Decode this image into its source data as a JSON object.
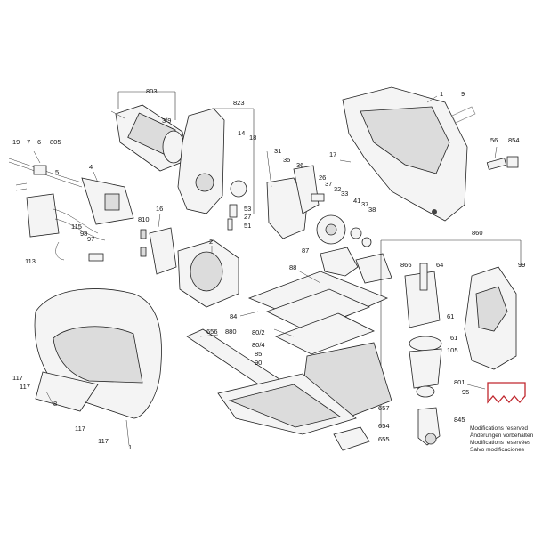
{
  "labels": {
    "l803": "803",
    "l3_9": "3/9",
    "l823": "823",
    "l14": "14",
    "l18": "18",
    "l53": "53",
    "l27": "27",
    "l51": "51",
    "l19": "19",
    "l7": "7",
    "l6": "6",
    "l805": "805",
    "l5": "5",
    "l4": "4",
    "l115": "115",
    "l98": "98",
    "l97": "97",
    "l113": "113",
    "l810": "810",
    "l16": "16",
    "l2": "2",
    "l31": "31",
    "l35": "35",
    "l36": "36",
    "l26": "26",
    "l37a": "37",
    "l32": "32",
    "l33": "33",
    "l41": "41",
    "l37b": "37",
    "l38": "38",
    "l87": "87",
    "l1a": "1",
    "l9": "9",
    "l17": "17",
    "l56": "56",
    "l854": "854",
    "l860": "860",
    "l866": "866",
    "l64": "64",
    "l99": "99",
    "l61a": "61",
    "l61b": "61",
    "l105": "105",
    "l801": "801",
    "l95": "95",
    "l845": "845",
    "l88": "88",
    "l84": "84",
    "l880": "880",
    "l80_2": "80/2",
    "l80_4": "80/4",
    "l85": "85",
    "l90": "90",
    "l656": "656",
    "l657": "657",
    "l654": "654",
    "l655": "655",
    "l117a": "117",
    "l117b": "117",
    "l117c": "117",
    "l117d": "117",
    "l8": "8",
    "l1b": "1"
  },
  "notes": {
    "en": "Modifications reserved",
    "de": "Änderungen vorbehalten",
    "fr": "Modifications reservées",
    "es": "Salvo modificaciones"
  },
  "colors": {
    "ink": "#222222",
    "highlight": "#c0262d"
  }
}
